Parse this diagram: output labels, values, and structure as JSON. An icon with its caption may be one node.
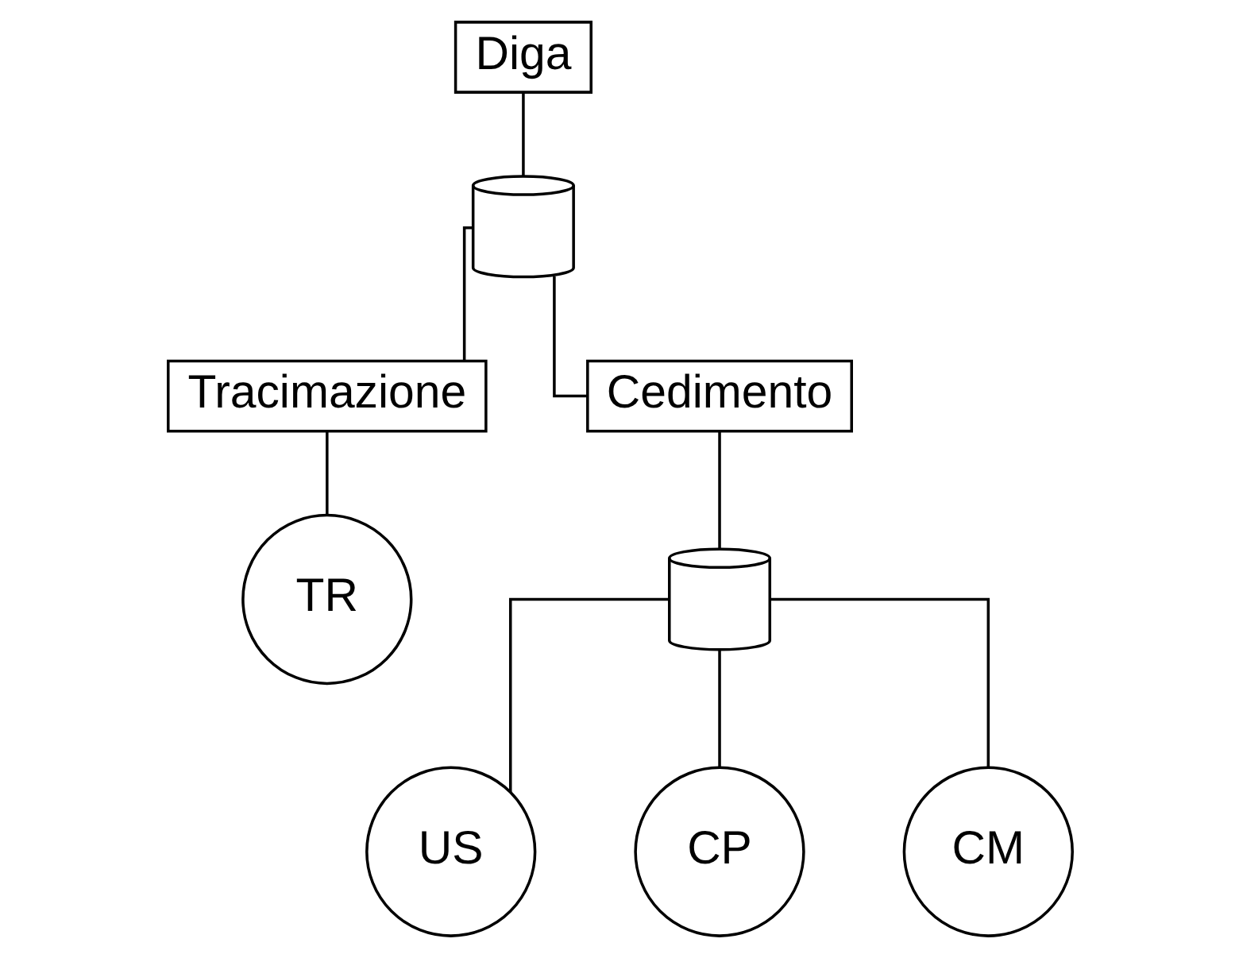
{
  "diagram": {
    "nodes": [
      {
        "text": [
          "Diga"
        ]
      },
      {
        "text": [],
        "shape": "gate"
      },
      {
        "text": [
          "Tracimazione"
        ]
      },
      {
        "text": [
          "Cedimento"
        ]
      },
      {
        "text": [
          "TR"
        ]
      },
      {
        "text": [],
        "shape": "gate"
      },
      {
        "text": [
          "US"
        ]
      },
      {
        "text": [
          "CP"
        ]
      },
      {
        "text": [
          "CM"
        ]
      }
    ],
    "edges": [
      {
        "from": 0,
        "to": 1,
        "arrow": "none"
      },
      {
        "from": 1,
        "to": 2,
        "arrow": "none"
      },
      {
        "from": 1,
        "to": 3,
        "arrow": "none"
      },
      {
        "from": 2,
        "to": 4,
        "arrow": "none"
      },
      {
        "from": 3,
        "to": 5,
        "arrow": "none"
      },
      {
        "from": 5,
        "to": 6,
        "arrow": "none"
      },
      {
        "from": 5,
        "to": 7,
        "arrow": "none"
      },
      {
        "from": 5,
        "to": 8,
        "arrow": "none"
      }
    ]
  }
}
